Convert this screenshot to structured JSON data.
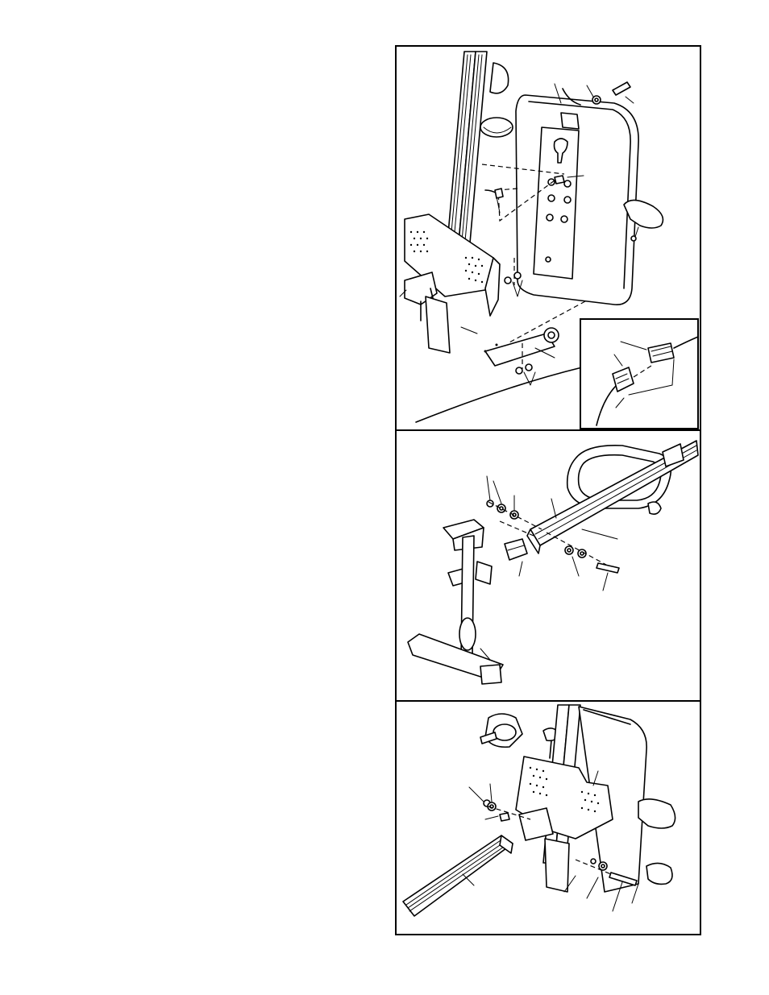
{
  "figure": {
    "panels": [
      {
        "id": "monitor-attachment",
        "inset": "wire-connector-detail"
      },
      {
        "id": "front-stabilizer-attachment"
      },
      {
        "id": "rail-attachment"
      }
    ]
  },
  "colors": {
    "ink": "#000000",
    "paper": "#ffffff"
  }
}
